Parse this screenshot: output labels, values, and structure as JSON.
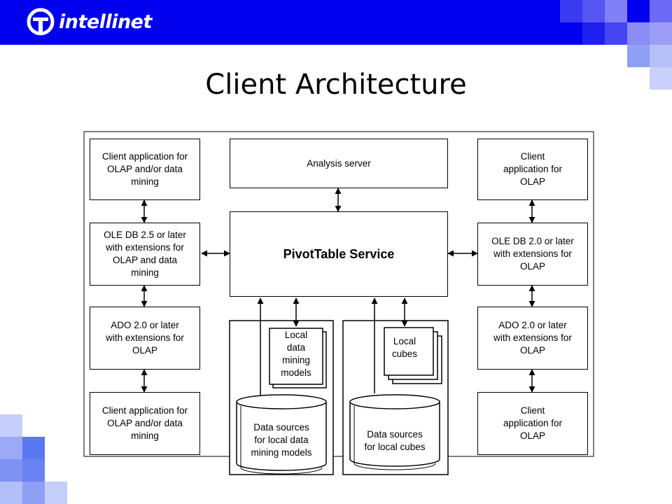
{
  "header": {
    "logo_text": "intellinet",
    "bar_color": "#0000ee",
    "square_colors": [
      "#3c3cf0",
      "#6b6bf5",
      "#a3a3f8",
      "#c8c8fb"
    ]
  },
  "slide": {
    "title": "Client Architecture"
  },
  "diagram": {
    "left": {
      "client_top": "Client application for\nOLAP and/or data\nmining",
      "oledb": "OLE DB 2.5 or later\nwith extensions for\nOLAP and data\nmining",
      "ado": "ADO 2.0 or later\nwith extensions for\nOLAP",
      "client_bottom": "Client application for\nOLAP and/or data\nmining"
    },
    "center": {
      "analysis_server": "Analysis server",
      "pivottable": "PivotTable Service",
      "local_mining_models": "Local\ndata\nmining\nmodels",
      "mining_sources": "Data sources\nfor local data\nmining models",
      "local_cubes": "Local\ncubes",
      "cube_sources": "Data sources\nfor local cubes"
    },
    "right": {
      "client_top": "Client\napplication for\nOLAP",
      "oledb": "OLE DB 2.0 or later\nwith extensions for\nOLAP",
      "ado": "ADO 2.0 or later\nwith extensions for\nOLAP",
      "client_bottom": "Client\napplication for\nOLAP"
    }
  }
}
